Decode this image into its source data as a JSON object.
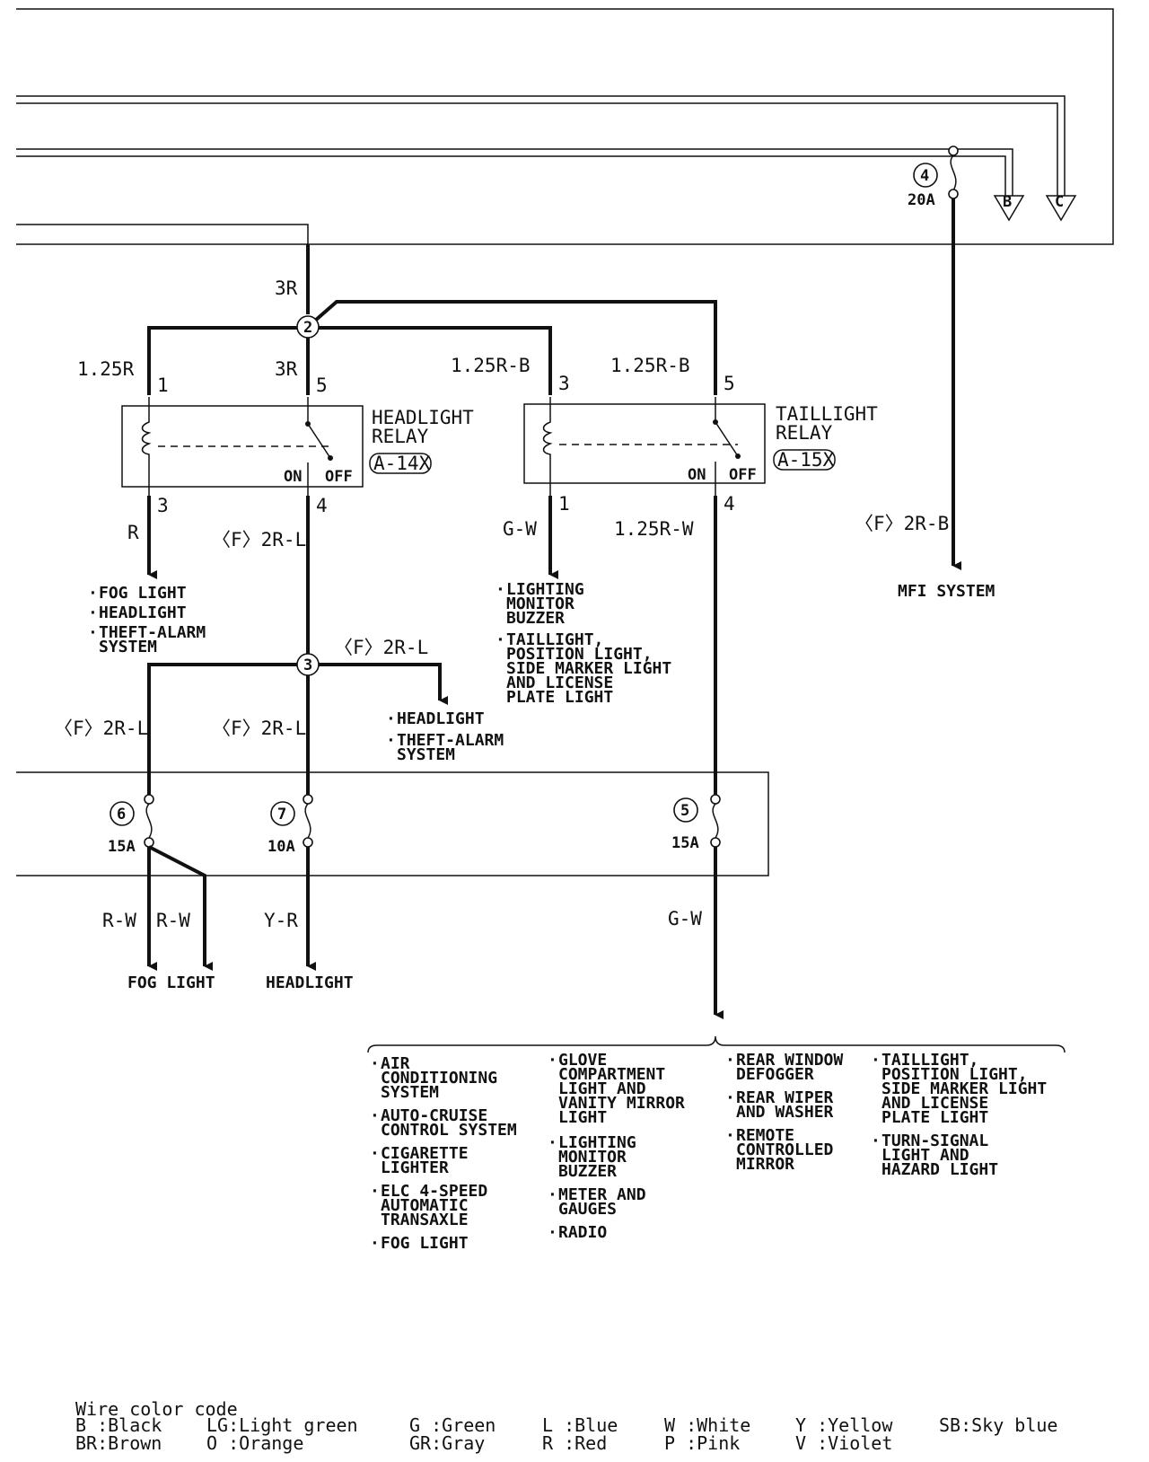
{
  "fuses": {
    "f4": {
      "num": "4",
      "rating": "20A"
    },
    "f6": {
      "num": "6",
      "rating": "15A"
    },
    "f7": {
      "num": "7",
      "rating": "10A"
    },
    "f5": {
      "num": "5",
      "rating": "15A"
    }
  },
  "connectors": {
    "b": "B",
    "c": "C"
  },
  "junctions": {
    "j2": "2",
    "j3": "3"
  },
  "relays": {
    "headlight": {
      "title1": "HEADLIGHT",
      "title2": "RELAY",
      "code": "A-14X",
      "on": "ON",
      "off": "OFF",
      "pins": {
        "p1": "1",
        "p5": "5",
        "p3": "3",
        "p4": "4"
      }
    },
    "taillight": {
      "title1": "TAILLIGHT",
      "title2": "RELAY",
      "code": "A-15X",
      "on": "ON",
      "off": "OFF",
      "pins": {
        "p3": "3",
        "p5": "5",
        "p1": "1",
        "p4": "4"
      }
    }
  },
  "wires": {
    "main_3r": "3R",
    "hl_in_1": "1.25R",
    "hl_in_5": "3R",
    "tl_in_3": "1.25R-B",
    "tl_in_5": "1.25R-B",
    "hl_out_3": "R",
    "hl_out_4": "〈F〉2R-L",
    "tl_out_1": "G-W",
    "tl_out_4": "1.25R-W",
    "mfi": "〈F〉2R-B",
    "j3_right": "〈F〉2R-L",
    "j3_left": "〈F〉2R-L",
    "j3_center": "〈F〉2R-L",
    "fog1": "R-W",
    "fog2": "R-W",
    "head_yr": "Y-R",
    "gw_bottom": "G-W"
  },
  "destinations": {
    "hl_relay_out3": [
      "FOG LIGHT",
      "HEADLIGHT",
      "THEFT-ALARM",
      "SYSTEM"
    ],
    "tl_relay_out1": [
      "LIGHTING",
      "MONITOR",
      "BUZZER",
      "TAILLIGHT,",
      "POSITION LIGHT,",
      "SIDE MARKER LIGHT",
      "AND LICENSE",
      "PLATE LIGHT"
    ],
    "mfi": "MFI SYSTEM",
    "j3_right": [
      "HEADLIGHT",
      "THEFT-ALARM",
      "SYSTEM"
    ],
    "fog": "FOG LIGHT",
    "headlight": "HEADLIGHT"
  },
  "loads": {
    "col1": [
      "AIR",
      "CONDITIONING",
      "SYSTEM",
      "AUTO-CRUISE",
      "CONTROL SYSTEM",
      "CIGARETTE",
      "LIGHTER",
      "ELC 4-SPEED",
      "AUTOMATIC",
      "TRANSAXLE",
      "FOG LIGHT"
    ],
    "col2": [
      "GLOVE",
      "COMPARTMENT",
      "LIGHT AND",
      "VANITY MIRROR",
      "LIGHT",
      "LIGHTING",
      "MONITOR",
      "BUZZER",
      "METER AND",
      "GAUGES",
      "RADIO"
    ],
    "col3": [
      "REAR WINDOW",
      "DEFOGGER",
      "REAR WIPER",
      "AND WASHER",
      "REMOTE",
      "CONTROLLED",
      "MIRROR"
    ],
    "col4": [
      "TAILLIGHT,",
      "POSITION LIGHT,",
      "SIDE MARKER LIGHT",
      "AND LICENSE",
      "PLATE LIGHT",
      "TURN-SIGNAL",
      "LIGHT AND",
      "HAZARD LIGHT"
    ]
  },
  "legend": {
    "title": "Wire color code",
    "row1": [
      "B :Black",
      "LG:Light green",
      "G :Green",
      "L :Blue",
      "W :White",
      "Y :Yellow",
      "SB:Sky blue"
    ],
    "row2": [
      "BR:Brown",
      "O :Orange",
      "GR:Gray",
      "R :Red",
      "P :Pink",
      "V :Violet"
    ]
  }
}
